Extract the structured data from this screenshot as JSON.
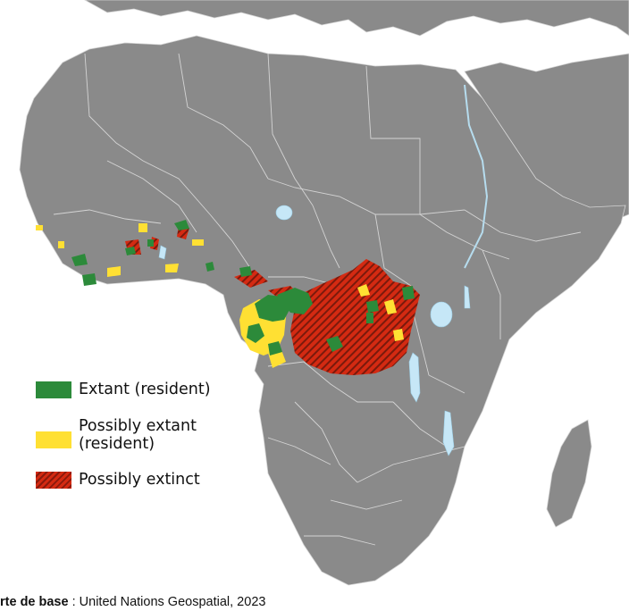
{
  "map": {
    "colors": {
      "water": "#ffffff",
      "land": "#8a8a8a",
      "border": "#cfcfcf",
      "lake": "#c6e7f7",
      "extant": "#2c8a3a",
      "possibly_extant": "#ffe033",
      "possibly_extinct": "#d42a12"
    }
  },
  "legend": {
    "items": [
      {
        "label": "Extant (resident)",
        "swatch": "green"
      },
      {
        "label": "Possibly extant\n(resident)",
        "swatch": "yellow"
      },
      {
        "label": "Possibly extinct",
        "swatch": "hatch"
      }
    ]
  },
  "credit": {
    "prefix": "rte de base",
    "separator": " : ",
    "text": "United Nations Geospatial, 2023"
  }
}
